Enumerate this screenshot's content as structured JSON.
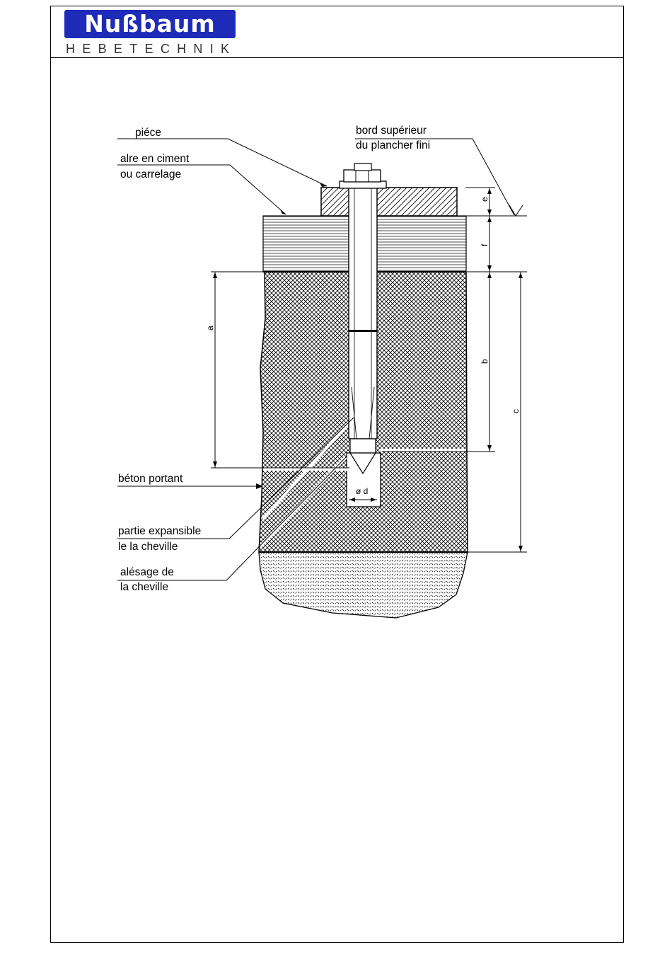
{
  "brand": {
    "logo_word": "Nußbaum",
    "logo_sub": "HEBETECHNIK",
    "logo_color": "#1e2bb8"
  },
  "labels": {
    "piece": "piéce",
    "top_edge_line1": "bord supérieur",
    "top_edge_line2": "du plancher fini",
    "screed_line1": "alre en ciment",
    "screed_line2": "ou carrelage",
    "concrete": "béton portant",
    "expansion_line1": "partie expansible",
    "expansion_line2": "le la cheville",
    "bore_line1": "alésage de",
    "bore_line2": "la cheville"
  },
  "dimensions": {
    "a": "a",
    "b": "b",
    "c": "c",
    "e": "e",
    "f": "f",
    "diameter": "ø d"
  },
  "icons": {
    "nut": "hex-nut-icon",
    "floor_mark": "surface-triangle-icon"
  }
}
